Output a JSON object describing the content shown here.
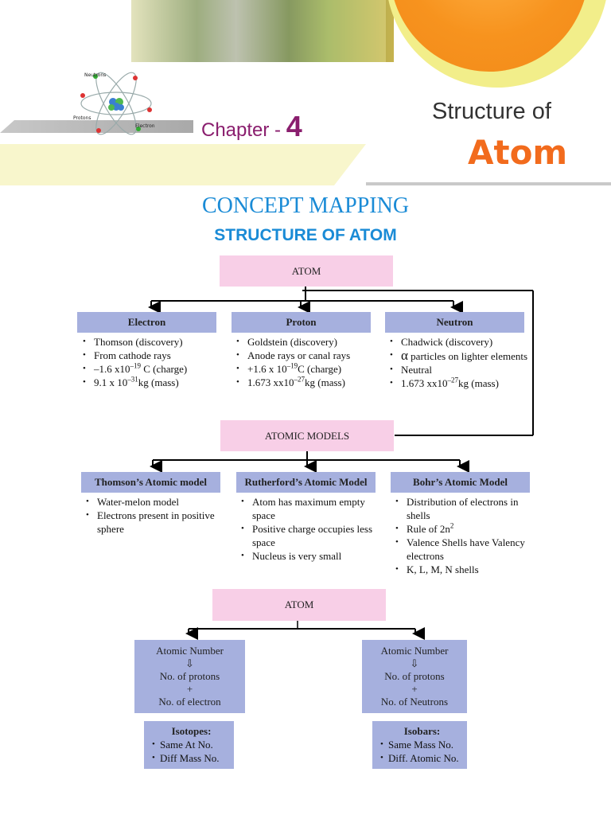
{
  "header": {
    "chapter_label": "Chapter -",
    "chapter_number": "4",
    "title_line1": "Structure of",
    "title_line2": "Atom",
    "logo_labels": {
      "neutrons": "Neutrons",
      "protons": "Protons",
      "electron": "Electron"
    }
  },
  "heading": "CONCEPT MAPPING",
  "subheading": "STRUCTURE OF ATOM",
  "top_node": "ATOM",
  "particles": [
    {
      "name": "Electron",
      "items": [
        "Thomson (discovery)",
        "From cathode rays",
        "–1.6 x10",
        "C (charge)",
        "9.1 x 10",
        "kg (mass)"
      ],
      "exp": [
        "–19",
        "–31"
      ]
    },
    {
      "name": "Proton",
      "items": [
        "Goldstein  (discovery)",
        "Anode rays or canal rays",
        "+1.6 x 10",
        "C (charge)",
        "1.673 xx10",
        "kg (mass)"
      ],
      "exp": [
        "–19",
        "–27"
      ]
    },
    {
      "name": "Neutron",
      "items": [
        "Chadwick (discovery)",
        "α",
        "particles on lighter elements",
        "Neutral",
        "1.673 xx10",
        "kg (mass)"
      ],
      "exp": [
        "–27"
      ]
    }
  ],
  "models_node": "ATOMIC MODELS",
  "models": [
    {
      "name": "Thomson’s Atomic model",
      "items": [
        "Water-melon model",
        "Electrons present in positive sphere"
      ]
    },
    {
      "name": "Rutherford’s Atomic Model",
      "items": [
        "Atom has maximum empty space",
        "Positive charge occupies less space",
        "Nucleus is very small"
      ]
    },
    {
      "name": "Bohr’s Atomic Model",
      "items": [
        "Distribution of electrons in shells",
        "Rule of 2n",
        "Valence Shells have Valency electrons",
        "K, L, M, N shells"
      ],
      "exp": "2"
    }
  ],
  "bottom_node": "ATOM",
  "numbers": [
    {
      "l1": "Atomic Number",
      "arrow": "⇩",
      "l2": "No. of protons",
      "plus": "+",
      "l3": "No. of electron"
    },
    {
      "l1": "Atomic Number",
      "arrow": "⇩",
      "l2": "No. of protons",
      "plus": "+",
      "l3": "No. of Neutrons"
    }
  ],
  "iso": [
    {
      "title": "Isotopes:",
      "items": [
        "Same At No.",
        "Diff Mass No."
      ]
    },
    {
      "title": "Isobars:",
      "items": [
        "Same Mass No.",
        "Diff. Atomic No."
      ]
    }
  ]
}
